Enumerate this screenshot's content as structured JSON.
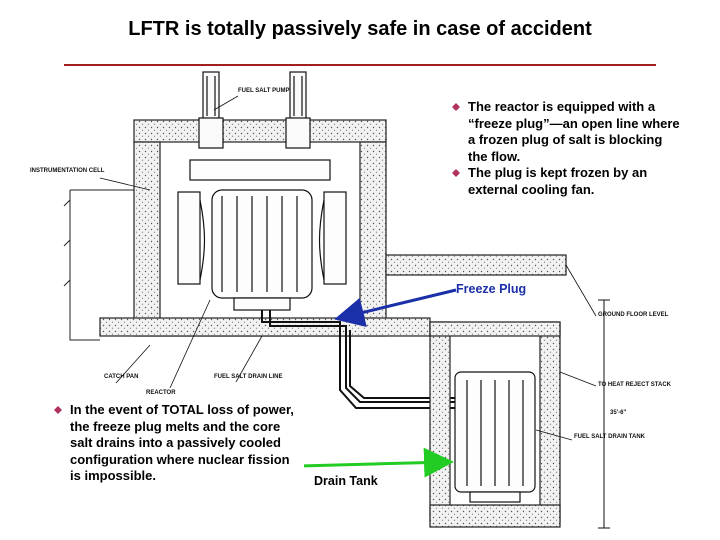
{
  "title": "LFTR is totally passively safe in case of accident",
  "bullets_top": [
    "The reactor is equipped with a “freeze plug”—an open line where a frozen plug of salt is blocking the flow.",
    "The plug is kept frozen by an external cooling fan."
  ],
  "bullets_bottom": [
    "In the event of TOTAL loss of power, the freeze plug melts and the core salt drains into a passively cooled configuration where nuclear fission is impossible."
  ],
  "callouts": {
    "freeze_plug": "Freeze Plug",
    "drain_tank": "Drain Tank"
  },
  "drawing_labels": {
    "fuel_salt_pump": "FUEL SALT PUMP",
    "instrumentation_cell": "INSTRUMENTATION CELL",
    "ground_floor_level": "GROUND FLOOR LEVEL",
    "catch_pan": "CATCH PAN",
    "reactor": "REACTOR",
    "fuel_salt_drain_line": "FUEL SALT DRAIN LINE",
    "to_heat_reject_stack": "TO HEAT REJECT STACK",
    "fuel_salt_drain_tank": "FUEL SALT DRAIN TANK",
    "dimension": "35'-6\""
  },
  "colors": {
    "title_rule": "#a02020",
    "freeze_arrow": "#1a2fa8",
    "drain_arrow": "#22cc22",
    "bullet": "#b03060"
  }
}
